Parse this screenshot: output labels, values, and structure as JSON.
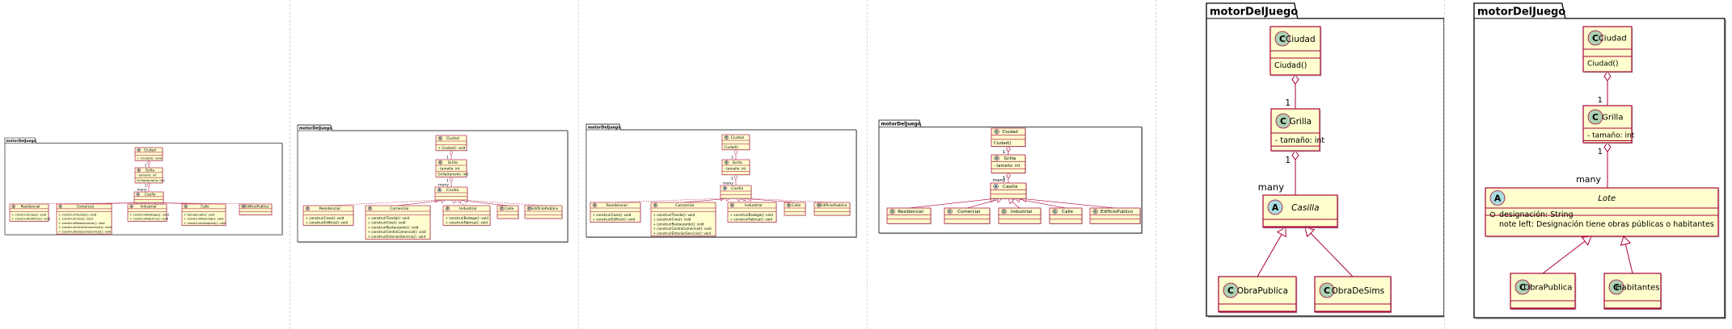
{
  "colors": {
    "class_fill": "#FEFECE",
    "class_border": "#A80036",
    "circle_c": "#ADD1B2",
    "circle_a": "#A9DCDF",
    "package_fill": "#ffffff",
    "line": "#A80036"
  },
  "package_name": "motorDelJuego",
  "panels": [
    {
      "id": "v1",
      "package": "motorDelJuego",
      "classes": {
        "ciudad": {
          "name": "Ciudad",
          "stereo": "C",
          "members": [],
          "methods": [
            "+ Ciudad(): void"
          ]
        },
        "grilla": {
          "name": "Grilla",
          "stereo": "C",
          "members": [
            "- tamaño: int"
          ],
          "methods": [
            "Grilla(tamaño: int)"
          ]
        },
        "casilla": {
          "name": "Casilla",
          "stereo": "A",
          "members": [],
          "methods": []
        },
        "residencial": {
          "name": "Residencial",
          "stereo": "C",
          "members": [],
          "methods": [
            "+ construir(casa): void",
            "+ construirEdificio(): void"
          ]
        },
        "comercial": {
          "name": "Comercial",
          "stereo": "C",
          "members": [],
          "methods": [
            "+ construirTienda(): void",
            "+ construirCine(): void",
            "+ construirRestaurante(): void",
            "+ construirCentroComercial(): void",
            "+ construirEstacionServicio(): void"
          ]
        },
        "industrial": {
          "name": "Industrial",
          "stereo": "C",
          "members": [],
          "methods": [
            "+ construirBodega(): void",
            "+ construirFabrica(): void"
          ]
        },
        "calle": {
          "name": "Calle",
          "stereo": "C",
          "members": [],
          "methods": [
            "+ tienda(calle): void",
            "+ construirAvenida(): void",
            "+ construirAutopista(): void"
          ]
        },
        "edificio": {
          "name": "EdificioPublico",
          "stereo": "C",
          "members": [],
          "methods": []
        }
      },
      "mult": [
        "1",
        "1",
        "many"
      ]
    },
    {
      "id": "v2",
      "package": "motorDelJuego",
      "classes": {
        "ciudad": {
          "name": "Ciudad",
          "stereo": "C",
          "members": [],
          "methods": [
            "+ Ciudad(): void"
          ]
        },
        "grilla": {
          "name": "Grilla",
          "stereo": "C",
          "members": [
            "- tamaño: int"
          ],
          "methods": [
            "Grilla(tamaño: int)"
          ]
        },
        "casilla": {
          "name": "Casilla",
          "stereo": "A",
          "members": [],
          "methods": []
        },
        "residencial": {
          "name": "Residencial",
          "stereo": "C",
          "members": [],
          "methods": [
            "+ construirCasa(): void",
            "+ construirEdificio(): void"
          ]
        },
        "comercial": {
          "name": "Comercial",
          "stereo": "C",
          "members": [],
          "methods": [
            "+ construirTienda(): void",
            "+ construirCine(): void",
            "+ construirRestaurante(): void",
            "+ construirCentroComercial(): void",
            "+ construirEstacionServicio(): void"
          ]
        },
        "industrial": {
          "name": "Industrial",
          "stereo": "C",
          "members": [],
          "methods": [
            "+ construirBodega(): void",
            "+ construirFabrica(): void"
          ]
        },
        "calle": {
          "name": "Calle",
          "stereo": "C",
          "members": [],
          "methods": []
        },
        "edificio": {
          "name": "EdificioPublico",
          "stereo": "C",
          "members": [],
          "methods": []
        }
      },
      "mult": [
        "1",
        "1",
        "many"
      ]
    },
    {
      "id": "v3",
      "package": "motorDelJuego",
      "classes": {
        "ciudad": {
          "name": "Ciudad",
          "stereo": "C",
          "members": [],
          "methods": [
            "Ciudad()"
          ]
        },
        "grilla": {
          "name": "Grilla",
          "stereo": "C",
          "members": [
            "- tamaño: int"
          ],
          "methods": []
        },
        "casilla": {
          "name": "Casilla",
          "stereo": "A",
          "members": [],
          "methods": []
        },
        "residencial": {
          "name": "Residencial",
          "stereo": "C",
          "members": [],
          "methods": [
            "+ construirCasa(): void",
            "+ construirEdificio(): void"
          ]
        },
        "comercial": {
          "name": "Comercial",
          "stereo": "C",
          "members": [],
          "methods": [
            "+ construirTienda(): void",
            "+ construirCine(): void",
            "+ construirRestaurante(): void",
            "+ construirCentroComercial(): void",
            "+ construirEstacionServicio(): void"
          ]
        },
        "industrial": {
          "name": "Industrial",
          "stereo": "C",
          "members": [],
          "methods": [
            "+ construirBodega(): void",
            "+ construirFabrica(): void"
          ]
        },
        "calle": {
          "name": "Calle",
          "stereo": "C",
          "members": [],
          "methods": []
        },
        "edificio": {
          "name": "EdificioPublico",
          "stereo": "C",
          "members": [],
          "methods": []
        }
      },
      "mult": [
        "1",
        "1",
        "many"
      ]
    },
    {
      "id": "v4",
      "package": "motorDelJuego",
      "classes": {
        "ciudad": {
          "name": "Ciudad",
          "stereo": "C",
          "members": [],
          "methods": [
            "Ciudad()"
          ]
        },
        "grilla": {
          "name": "Grilla",
          "stereo": "C",
          "members": [
            "- tamaño: int"
          ],
          "methods": []
        },
        "casilla": {
          "name": "Casilla",
          "stereo": "A",
          "members": [],
          "methods": []
        },
        "residencial": {
          "name": "Residencial",
          "stereo": "C",
          "members": [],
          "methods": []
        },
        "comercial": {
          "name": "Comercial",
          "stereo": "C",
          "members": [],
          "methods": []
        },
        "industrial": {
          "name": "Industrial",
          "stereo": "C",
          "members": [],
          "methods": []
        },
        "calle": {
          "name": "Calle",
          "stereo": "C",
          "members": [],
          "methods": []
        },
        "edificio": {
          "name": "EdificioPublico",
          "stereo": "C",
          "members": [],
          "methods": []
        }
      },
      "mult": [
        "1",
        "1",
        "many"
      ]
    },
    {
      "id": "v5",
      "package": "motorDelJuego",
      "classes": {
        "ciudad": {
          "name": "Ciudad",
          "stereo": "C",
          "members": [],
          "methods": [
            "Ciudad()"
          ]
        },
        "grilla": {
          "name": "Grilla",
          "stereo": "C",
          "members": [
            "- tamaño: int"
          ],
          "methods": []
        },
        "casilla": {
          "name": "Casilla",
          "stereo": "A",
          "members": [],
          "methods": []
        },
        "obrapublica": {
          "name": "ObraPublica",
          "stereo": "C",
          "members": [],
          "methods": []
        },
        "obradesims": {
          "name": "ObraDeSims",
          "stereo": "C",
          "members": [],
          "methods": []
        }
      },
      "mult": [
        "1",
        "1",
        "many"
      ]
    },
    {
      "id": "v6",
      "package": "motorDelJuego",
      "classes": {
        "ciudad": {
          "name": "Ciudad",
          "stereo": "C",
          "members": [],
          "methods": [
            "Ciudad()"
          ]
        },
        "grilla": {
          "name": "Grilla",
          "stereo": "C",
          "members": [
            "- tamaño: int"
          ],
          "methods": []
        },
        "lote": {
          "name": "Lote",
          "stereo": "A",
          "members": [
            "designación: String",
            "note left: Designación tiene obras públicas o habitantes"
          ],
          "methods": []
        },
        "obrapublica": {
          "name": "ObraPublica",
          "stereo": "C",
          "members": [],
          "methods": []
        },
        "habitantes": {
          "name": "Habitantes",
          "stereo": "C",
          "members": [],
          "methods": []
        }
      },
      "mult": [
        "1",
        "1",
        "many"
      ]
    }
  ]
}
